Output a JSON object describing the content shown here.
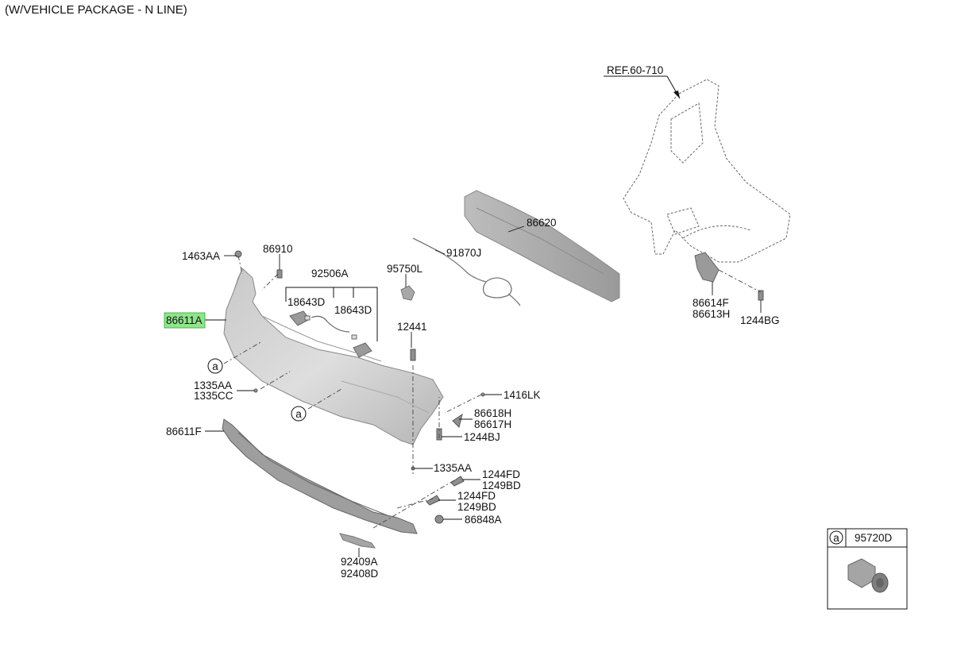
{
  "header": {
    "title": "(W/VEHICLE PACKAGE - N LINE)"
  },
  "highlight_color": "#8ee68a",
  "callouts": {
    "ref": "REF.60-710",
    "p86620": "86620",
    "p91870J": "91870J",
    "p95750L": "95750L",
    "p92506A": "92506A",
    "p18643D_left": "18643D",
    "p18643D_right": "18643D",
    "p86910": "86910",
    "p1463AA": "1463AA",
    "p86611A": "86611A",
    "p12441": "12441",
    "p1335AA_top": "1335AA",
    "p1335CC": "1335CC",
    "p1416LK": "1416LK",
    "p86618H": "86618H",
    "p86617H": "86617H",
    "p1244BJ": "1244BJ",
    "p86611F": "86611F",
    "p1335AA_low": "1335AA",
    "p1244FD_a": "1244FD",
    "p1249BD_a": "1249BD",
    "p1244FD_b": "1244FD",
    "p1249BD_b": "1249BD",
    "p86848A": "86848A",
    "p92409A": "92409A",
    "p92408D": "92408D",
    "p86614F": "86614F",
    "p86613H": "86613H",
    "p1244BG": "1244BG",
    "circle_a": "a"
  },
  "legend": {
    "circle_label": "a",
    "part": "95720D"
  }
}
